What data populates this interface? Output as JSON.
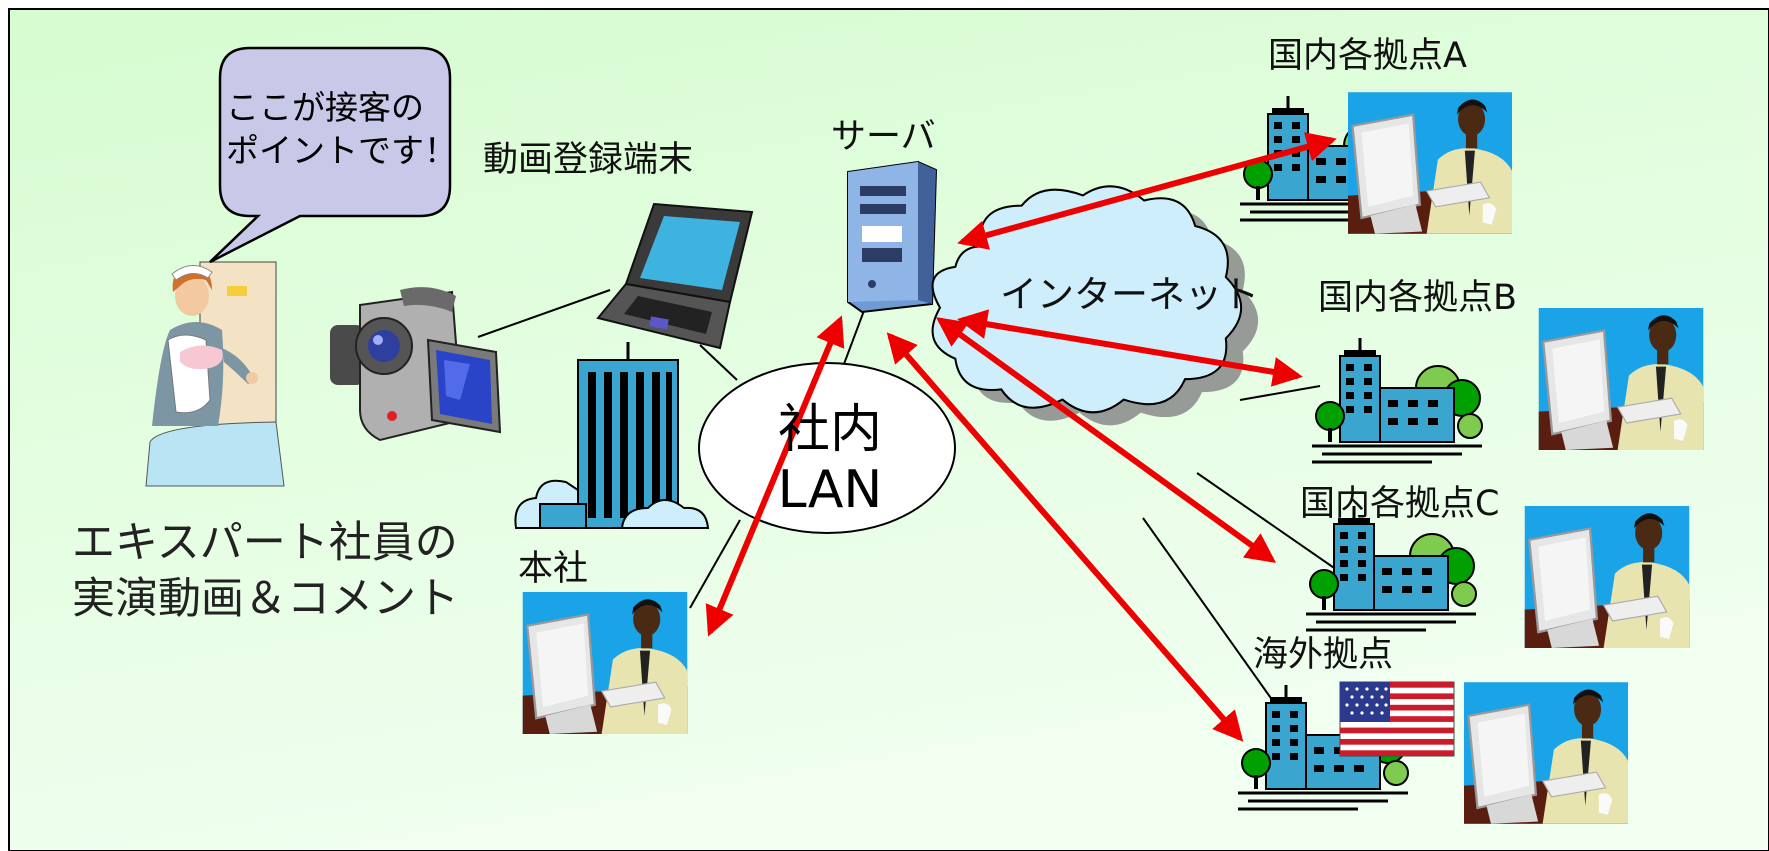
{
  "labels": {
    "speech_line1": "ここが接客の",
    "speech_line2": "ポイントです！",
    "video_terminal": "動画登録端末",
    "server": "サーバ",
    "internet": "インターネット",
    "lan_line1": "社内",
    "lan_line2": "LAN",
    "site_a": "国内各拠点A",
    "site_b": "国内各拠点B",
    "site_c": "国内各拠点C",
    "overseas": "海外拠点",
    "headquarters": "本社",
    "caption_line1": "エキスパート社員の",
    "caption_line2": "実演動画＆コメント"
  },
  "colors": {
    "background_top": "#d6fcd0",
    "background_bottom": "#f1fff1",
    "arrow": "#ee0000",
    "building": "#3aa6cf",
    "cloud": "#cdeefa",
    "bubble": "#c8c8e8",
    "monitor_bg": "#1aa3e6"
  },
  "icons": [
    "camcorder-icon",
    "laptop-icon",
    "server-icon",
    "office-tower-icon",
    "branch-building-icon",
    "office-worker-icon",
    "maid-icon",
    "us-flag-icon"
  ]
}
